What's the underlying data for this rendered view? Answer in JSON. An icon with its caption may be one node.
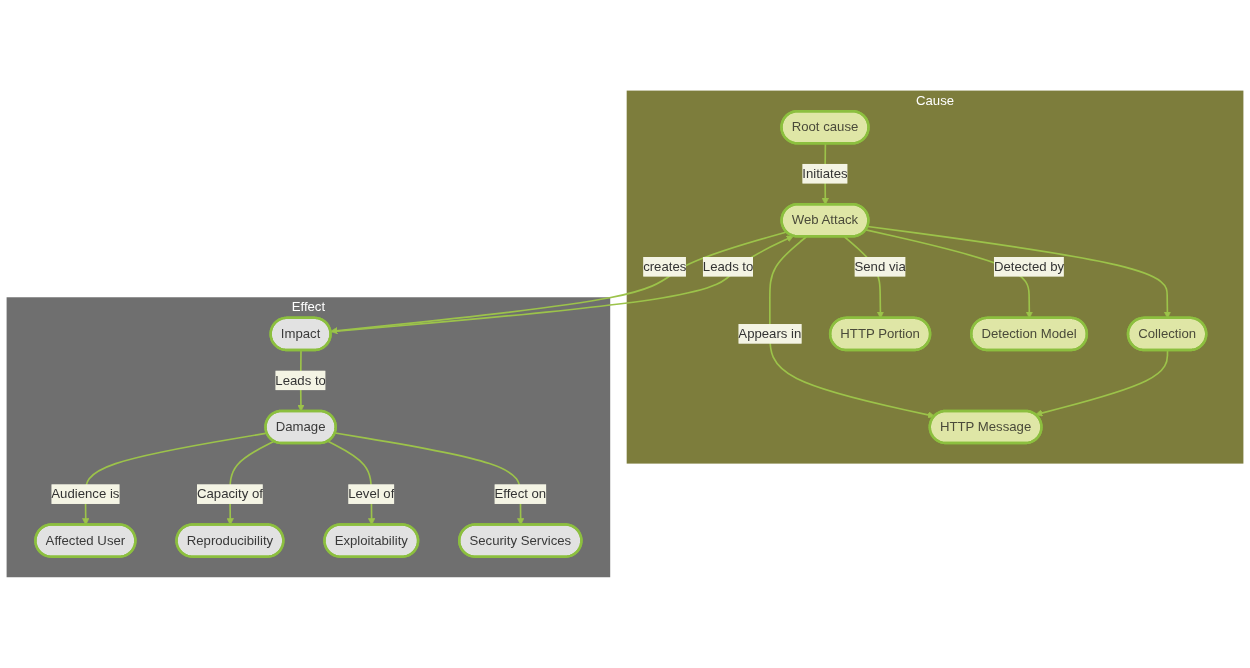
{
  "diagram": {
    "nodes": [
      {
        "text": [
          "Cause"
        ]
      },
      {
        "text": [
          "Root cause"
        ],
        "in": 0
      },
      {
        "text": [
          "HTTP Message"
        ],
        "in": 0
      },
      {
        "text": [
          "Collection"
        ],
        "in": 0
      },
      {
        "text": [
          "HTTP Portion"
        ],
        "in": 0
      },
      {
        "text": [
          "Web Attack"
        ],
        "in": 0
      },
      {
        "text": [
          "Detection Model"
        ],
        "in": 0
      },
      {
        "text": [
          "Effect"
        ]
      },
      {
        "text": [
          "Impact"
        ],
        "in": 7
      },
      {
        "text": [
          "Affected User"
        ],
        "in": 7
      },
      {
        "text": [
          "Reproducibility"
        ],
        "in": 7
      },
      {
        "text": [
          "Damage"
        ],
        "in": 7
      },
      {
        "text": [
          "Exploitability"
        ],
        "in": 7
      },
      {
        "text": [
          "Security Services"
        ],
        "in": 7
      }
    ],
    "edges": [
      {
        "from": 1,
        "to": 5,
        "arrow": "to",
        "label": "Initiates"
      },
      {
        "from": 5,
        "to": 4,
        "arrow": "to",
        "label": "Send via"
      },
      {
        "from": 5,
        "to": 2,
        "arrow": "to",
        "label": "Appears in"
      },
      {
        "from": 5,
        "to": 3,
        "arrow": "to"
      },
      {
        "from": 3,
        "to": 2,
        "arrow": "to"
      },
      {
        "from": 5,
        "to": 6,
        "arrow": "to",
        "label": "Detected by"
      },
      {
        "from": 5,
        "to": 8,
        "arrow": "to",
        "label": "creates"
      },
      {
        "from": 8,
        "to": 5,
        "arrow": "to",
        "label": "Leads to"
      },
      {
        "from": 8,
        "to": 11,
        "arrow": "to",
        "label": "Leads to"
      },
      {
        "from": 11,
        "to": 9,
        "arrow": "to",
        "label": "Audience is"
      },
      {
        "from": 11,
        "to": 10,
        "arrow": "to",
        "label": "Capacity of"
      },
      {
        "from": 11,
        "to": 12,
        "arrow": "to",
        "label": "Level of"
      },
      {
        "from": 11,
        "to": 13,
        "arrow": "to",
        "label": "Effect on"
      }
    ]
  }
}
